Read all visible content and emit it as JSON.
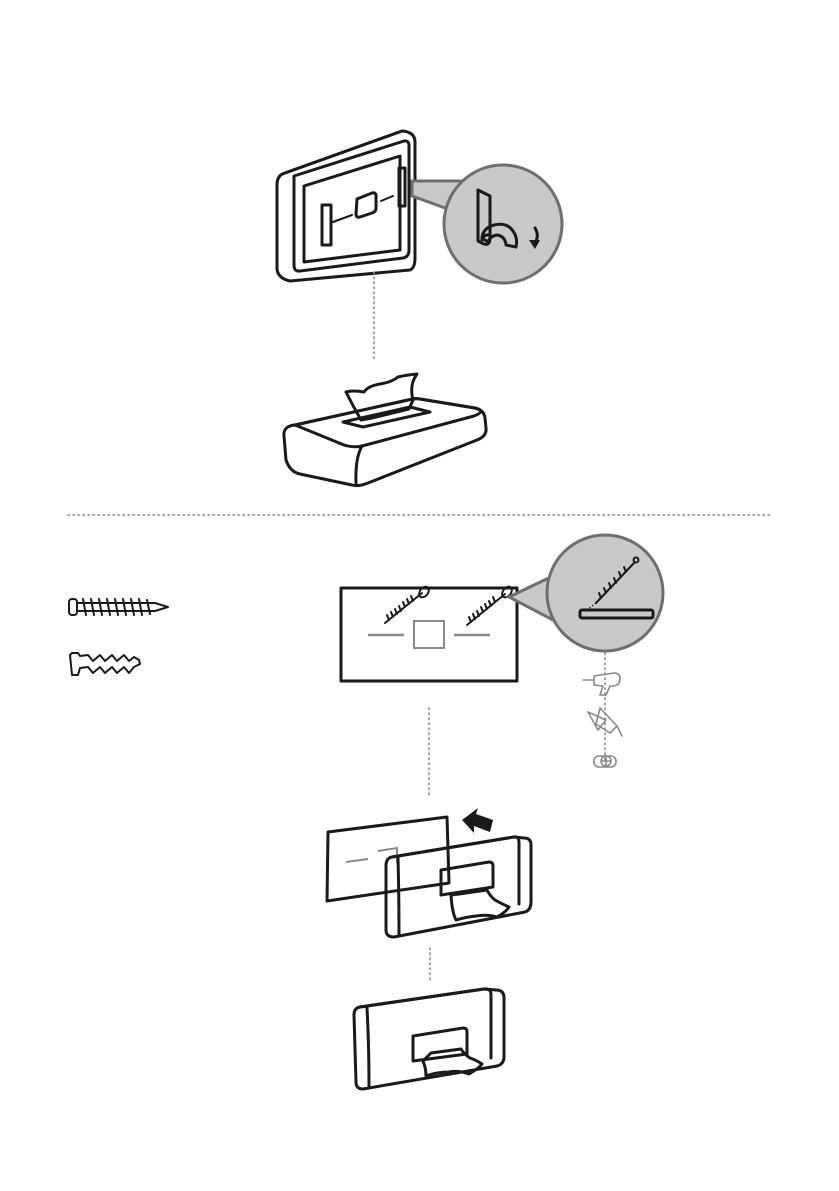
{
  "diagram": {
    "type": "installation-instructions",
    "text_labels": [],
    "colors": {
      "line": "#1a1a1a",
      "zoom_fill": "#c9c9c9",
      "zoom_border": "#6f6f6f",
      "dotted_guides": "#8a8a8a",
      "background": "#ffffff"
    },
    "steps": [
      {
        "name": "adhesive-mounting",
        "parts": [
          "holder-back-plate-icon",
          "adhesive-tab-peel-icon",
          "tissue-box-icon"
        ]
      },
      {
        "name": "screw-mounting",
        "parts": [
          "screw-icon",
          "wall-plug-icon",
          "mounting-plate-icon",
          "drill-icon",
          "saw-icon",
          "screwdriver-icon",
          "arrow-icon",
          "mounted-dispenser-icon"
        ]
      }
    ]
  }
}
